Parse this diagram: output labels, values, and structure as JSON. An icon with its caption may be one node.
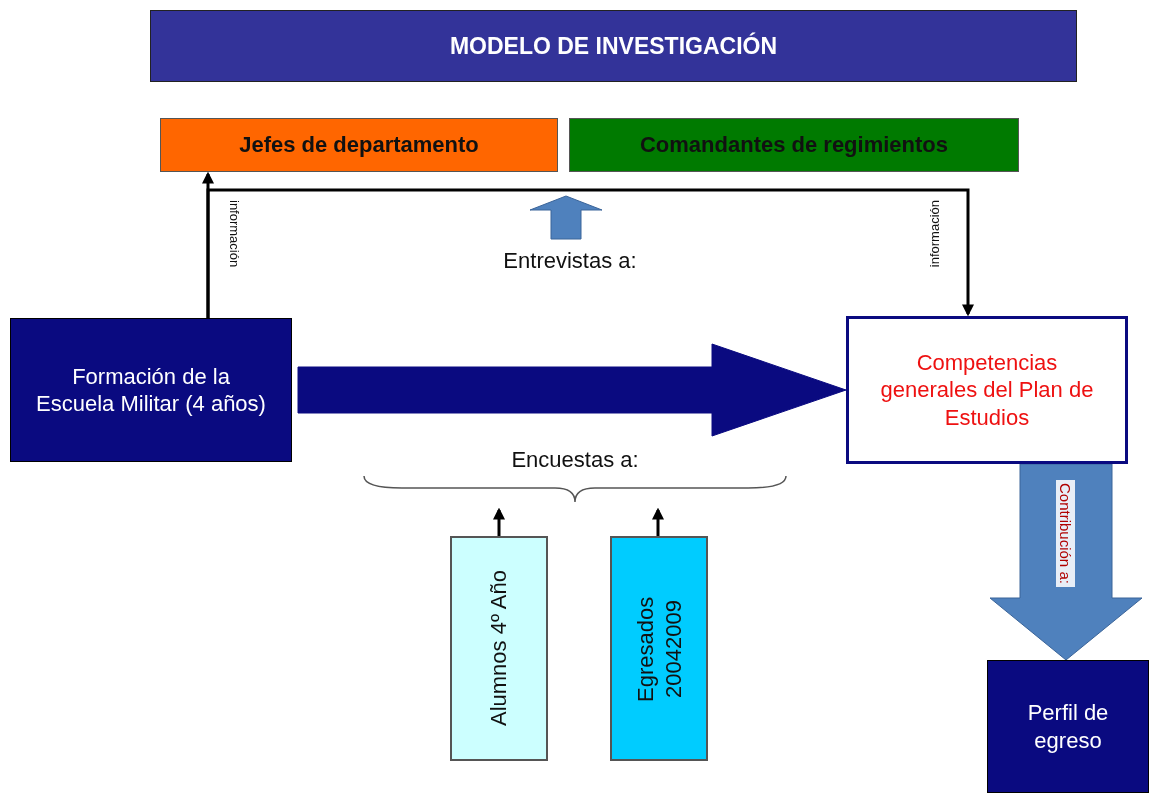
{
  "diagram": {
    "title": "MODELO DE INVESTIGACIÓN",
    "nodes": [
      {
        "text": [
          "Jefes de departamento"
        ]
      },
      {
        "text": [
          "Comandantes de regimientos"
        ]
      },
      {
        "text": [
          "Formación de la Escuela Militar (4 años)"
        ]
      },
      {
        "text": [
          "Competencias generales del Plan de Estudios"
        ]
      },
      {
        "text": [
          "Alumnos 4º Año"
        ]
      },
      {
        "text": [
          "Egresados 20042009"
        ]
      },
      {
        "text": [
          "Perfil de egreso"
        ]
      },
      {
        "text": [
          "Entrevistas a:"
        ]
      },
      {
        "text": [
          "Encuestas a:"
        ]
      }
    ],
    "edges": [
      {
        "from": 2,
        "to": 0,
        "arrow": "to",
        "label": "información"
      },
      {
        "from": 2,
        "to": 3,
        "arrow": "to",
        "label": "información"
      },
      {
        "from": 7,
        "to": null,
        "arrow": "to",
        "style": "thick",
        "color": "#4f81bd"
      },
      {
        "from": 2,
        "to": 3,
        "arrow": "to",
        "style": "thick",
        "color": "#0a0a80"
      },
      {
        "from": 4,
        "to": 8,
        "arrow": "to"
      },
      {
        "from": 5,
        "to": 8,
        "arrow": "to"
      },
      {
        "from": 3,
        "to": 6,
        "arrow": "to",
        "label": "Contribución a:",
        "style": "thick",
        "color": "#4f81bd"
      }
    ]
  }
}
